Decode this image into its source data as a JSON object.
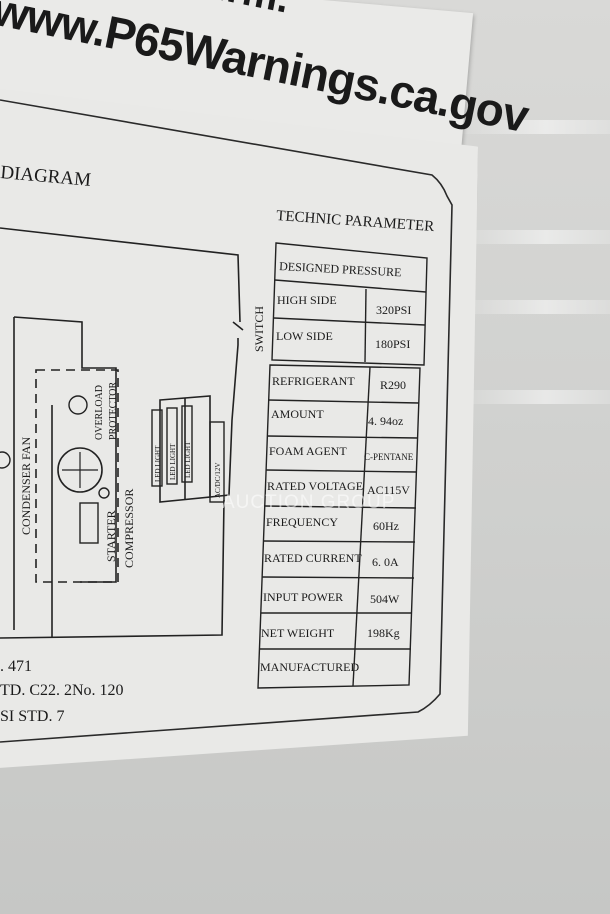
{
  "header": {
    "partial_top": "...rm.",
    "website": "www.P65Warnings.ca.gov"
  },
  "diagram": {
    "title_partial": "DIAGRAM",
    "labels": {
      "condenser_fan": "CONDENSER FAN",
      "compressor": "COMPRESSOR",
      "starter": "STARTER",
      "overload_protector_line1": "OVERLOAD",
      "overload_protector_line2": "PROTECTOR",
      "switch": "SWITCH",
      "led_1": "LED LIGHT",
      "led_2": "LED LIGHT",
      "led_3": "LED LIGHT",
      "driver": "AC/DC/12V"
    },
    "standards": [
      ". 471",
      "TD. C22. 2No. 120",
      "SI STD. 7"
    ]
  },
  "parameters": {
    "title": "TECHNIC PARAMETER",
    "designed_pressure": "DESIGNED PRESSURE",
    "rows": [
      {
        "label": "HIGH SIDE",
        "value": "320PSI"
      },
      {
        "label": "LOW SIDE",
        "value": "180PSI"
      },
      {
        "label": "REFRIGERANT",
        "value": "R290"
      },
      {
        "label": "AMOUNT",
        "value": "4. 94oz"
      },
      {
        "label": "FOAM AGENT",
        "value": "C-PENTANE"
      },
      {
        "label": "RATED VOLTAGE",
        "value": "AC115V"
      },
      {
        "label": "FREQUENCY",
        "value": "60Hz"
      },
      {
        "label": "RATED CURRENT",
        "value": "6. 0A"
      },
      {
        "label": "INPUT POWER",
        "value": "504W"
      },
      {
        "label": "NET WEIGHT",
        "value": "198Kg"
      },
      {
        "label": "MANUFACTURED",
        "value": ""
      }
    ]
  },
  "watermark": "AUCTION GROUP"
}
